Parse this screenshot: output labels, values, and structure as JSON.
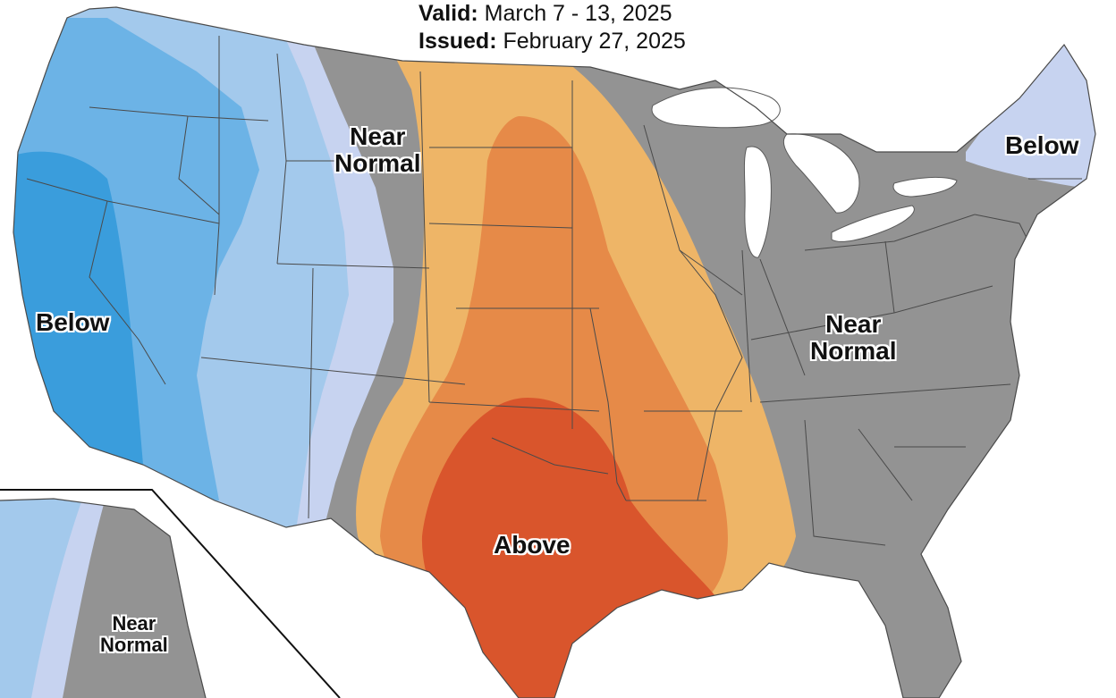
{
  "header": {
    "valid_label": "Valid:",
    "valid_value": "March 7 - 13, 2025",
    "issued_label": "Issued:",
    "issued_value": "February 27, 2025"
  },
  "regions": [
    {
      "id": "west-below",
      "label": "Below",
      "category": "below"
    },
    {
      "id": "central-near",
      "label": "Near\nNormal",
      "category": "near-normal"
    },
    {
      "id": "south-above",
      "label": "Above",
      "category": "above"
    },
    {
      "id": "east-near",
      "label": "Near\nNormal",
      "category": "near-normal"
    },
    {
      "id": "northeast-below",
      "label": "Below",
      "category": "below"
    },
    {
      "id": "alaska-near",
      "label": "Near\nNormal",
      "category": "near-normal"
    }
  ],
  "colors": {
    "below_strong": "#3a9ddc",
    "below_medium": "#6cb3e6",
    "below_light": "#a3c9ec",
    "below_faint": "#c7d3f0",
    "near_normal": "#939393",
    "above_light": "#eeb567",
    "above_medium": "#e68a48",
    "above_strong": "#d9552c",
    "water": "#ffffff",
    "border": "#4a4a4a"
  }
}
